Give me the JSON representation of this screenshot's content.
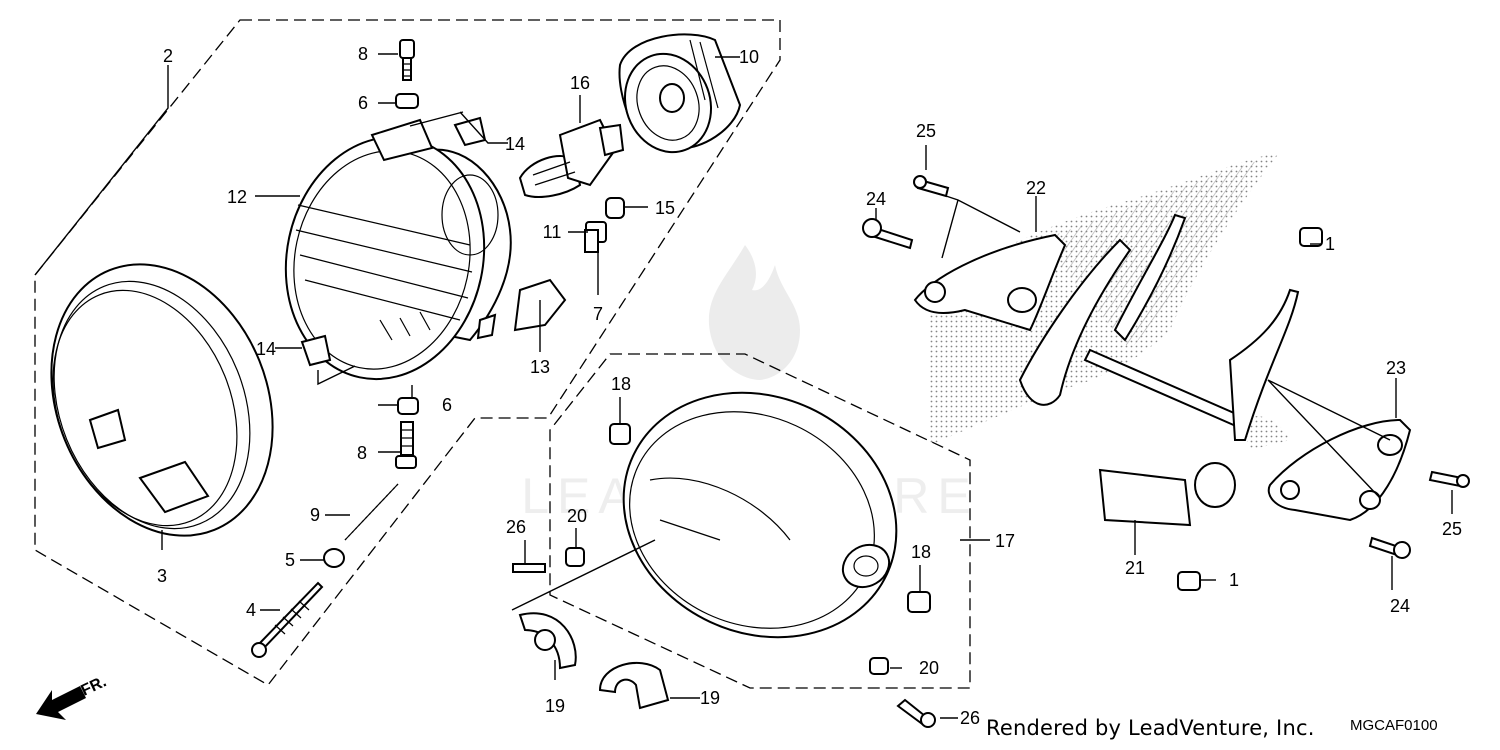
{
  "diagram": {
    "callouts": {
      "c1a": "1",
      "c1b": "1",
      "c2": "2",
      "c3": "3",
      "c4": "4",
      "c5": "5",
      "c6a": "6",
      "c6b": "6",
      "c7": "7",
      "c8a": "8",
      "c8b": "8",
      "c9": "9",
      "c10": "10",
      "c11": "11",
      "c12": "12",
      "c13": "13",
      "c14a": "14",
      "c14b": "14",
      "c15": "15",
      "c16": "16",
      "c17": "17",
      "c18a": "18",
      "c18b": "18",
      "c19a": "19",
      "c19b": "19",
      "c20a": "20",
      "c20b": "20",
      "c21": "21",
      "c22": "22",
      "c23": "23",
      "c24a": "24",
      "c24b": "24",
      "c25a": "25",
      "c25b": "25",
      "c26a": "26",
      "c26b": "26"
    },
    "front_indicator": "FR.",
    "credit": "Rendered by LeadVenture, Inc.",
    "diagram_code": "MGCAF0100",
    "watermark": "LEADVENTURE"
  }
}
